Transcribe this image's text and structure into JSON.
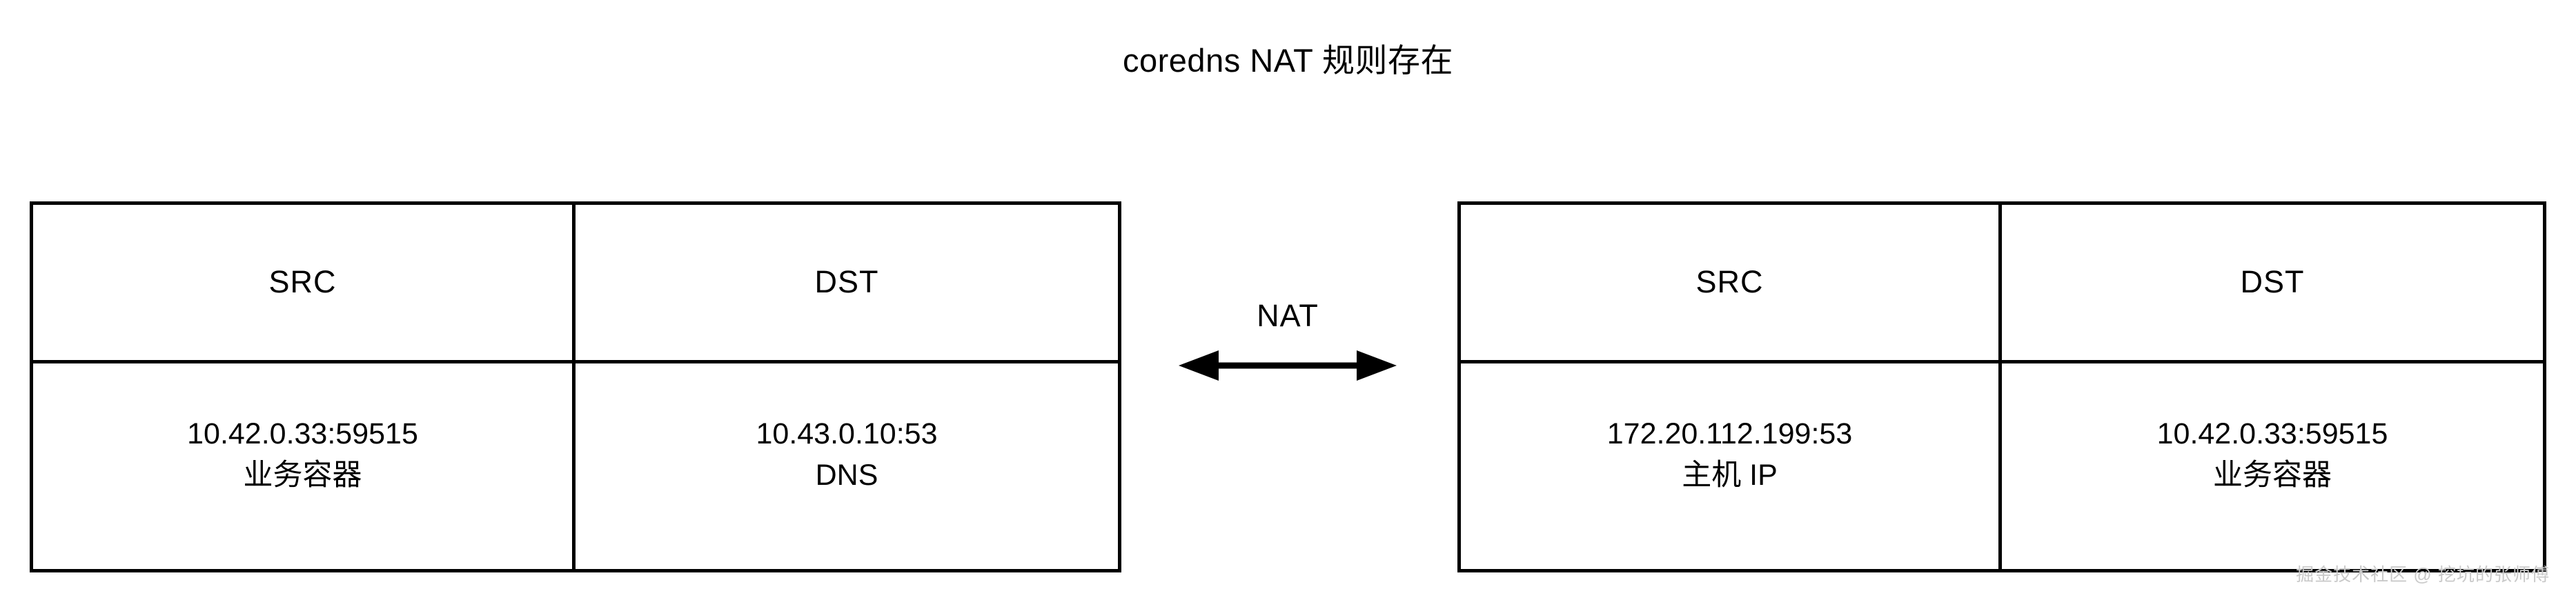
{
  "title": "coredns NAT 规则存在",
  "connector": {
    "label": "NAT",
    "arrow_icon": "double-headed-arrow-icon"
  },
  "tables": {
    "left": {
      "name": "before-nat-table",
      "headers": [
        "SRC",
        "DST"
      ],
      "rows": [
        {
          "src": {
            "address": "10.42.0.33:59515",
            "role": "业务容器"
          },
          "dst": {
            "address": "10.43.0.10:53",
            "role": "DNS"
          }
        }
      ]
    },
    "right": {
      "name": "after-nat-table",
      "headers": [
        "SRC",
        "DST"
      ],
      "rows": [
        {
          "src": {
            "address": "172.20.112.199:53",
            "role": "主机 IP"
          },
          "dst": {
            "address": "10.42.0.33:59515",
            "role": "业务容器"
          }
        }
      ]
    }
  },
  "watermark": "掘金技术社区 @ 挖坑的张师傅",
  "colors": {
    "stroke": "#000000",
    "background": "#ffffff",
    "watermark": "#c9c9c9"
  }
}
